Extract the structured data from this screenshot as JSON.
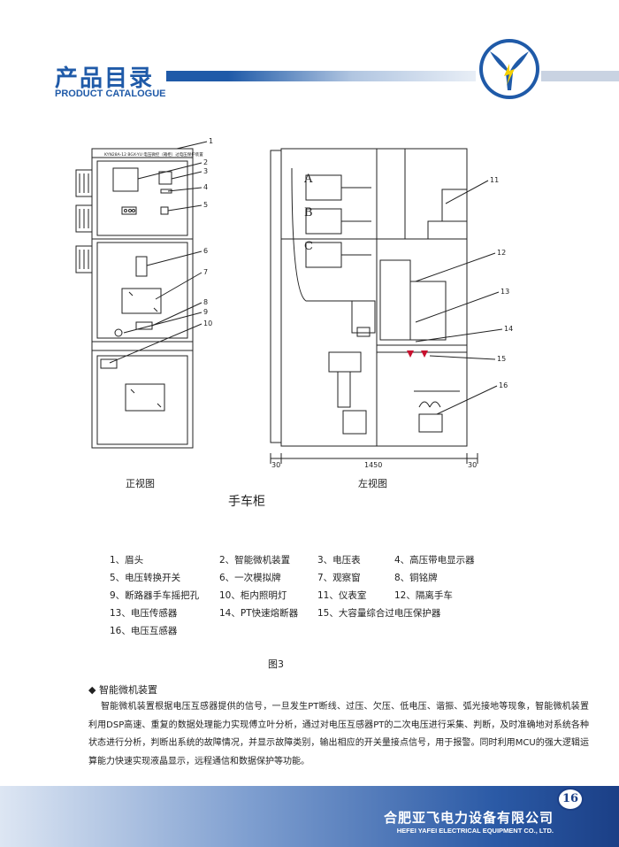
{
  "header": {
    "title": "产品目录",
    "subtitle": "PRODUCT CATALOGUE",
    "accent_color": "#1f5aa8"
  },
  "figure": {
    "panel_label": "KYN28A-12 BGX-YU 电压微控（箱柜）过电压保护装置",
    "callouts": [
      "1",
      "2",
      "3",
      "4",
      "5",
      "6",
      "7",
      "8",
      "9",
      "10",
      "11",
      "12",
      "13",
      "14",
      "15",
      "16"
    ],
    "phase_labels": [
      "A",
      "B",
      "C"
    ],
    "dimensions": [
      "30",
      "1450",
      "30"
    ],
    "front_caption": "正视图",
    "side_caption": "左视图",
    "title": "手车柜"
  },
  "legend": {
    "rows": [
      [
        "1、眉头",
        "2、智能微机装置",
        "3、电压表",
        "4、高压带电显示器"
      ],
      [
        "5、电压转换开关",
        "6、一次模拟牌",
        "7、观察窗",
        "8、铜铭牌"
      ],
      [
        "9、断路器手车摇把孔",
        "10、柜内照明灯",
        "11、仪表室",
        "12、隔离手车"
      ],
      [
        "13、电压传感器",
        "14、PT快速熔断器",
        "15、大容量综合过电压保护器",
        ""
      ],
      [
        "16、电压互感器",
        "",
        "",
        ""
      ]
    ],
    "figure_label": "图3"
  },
  "section": {
    "heading": "◆ 智能微机装置",
    "paragraph": "智能微机装置根据电压互感器提供的信号，一旦发生PT断线、过压、欠压、低电压、谐振、弧光接地等现象，智能微机装置利用DSP高速、重复的数据处理能力实现傅立叶分析，通过对电压互感器PT的二次电压进行采集、判断，及时准确地对系统各种状态进行分析，判断出系统的故障情况，并显示故障类别，输出相应的开关量接点信号，用于报警。同时利用MCU的强大逻辑运算能力快速实现液晶显示，远程通信和数据保护等功能。"
  },
  "footer": {
    "company_cn": "合肥亚飞电力设备有限公司",
    "company_en": "HEFEI YAFEI ELECTRICAL EQUIPMENT CO., LTD.",
    "page_number": "16"
  }
}
